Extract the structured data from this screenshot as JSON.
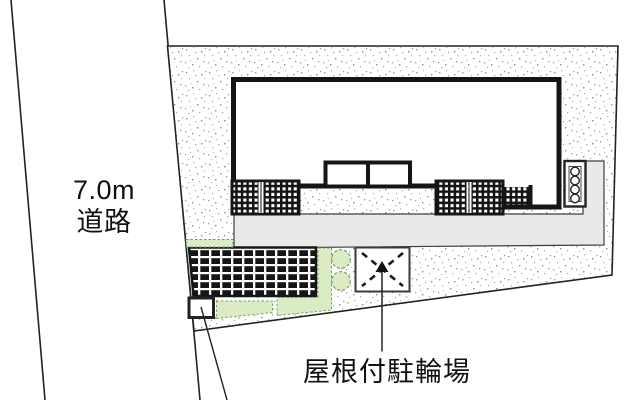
{
  "diagram": {
    "road_label_line1": "7.0m",
    "road_label_line2": "道路",
    "bicycle_parking_label": "屋根付駐輪場"
  },
  "colors": {
    "background": "#ffffff",
    "outline_dark": "#1a1a1a",
    "walkway_gray": "#e9e9e7",
    "landscaping_green": "#d9ecc3",
    "planting_edge_green": "#7d9b6b"
  }
}
